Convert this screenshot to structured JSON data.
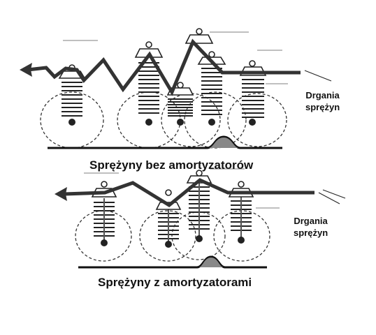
{
  "panels": [
    {
      "title": "Sprężyny bez amortyzatorów",
      "note_line1": "Drgania",
      "note_line2": "sprężyn"
    },
    {
      "title": "Sprężyny z amortyzatorami",
      "note_line1": "Drgania",
      "note_line2": "sprężyn"
    }
  ]
}
